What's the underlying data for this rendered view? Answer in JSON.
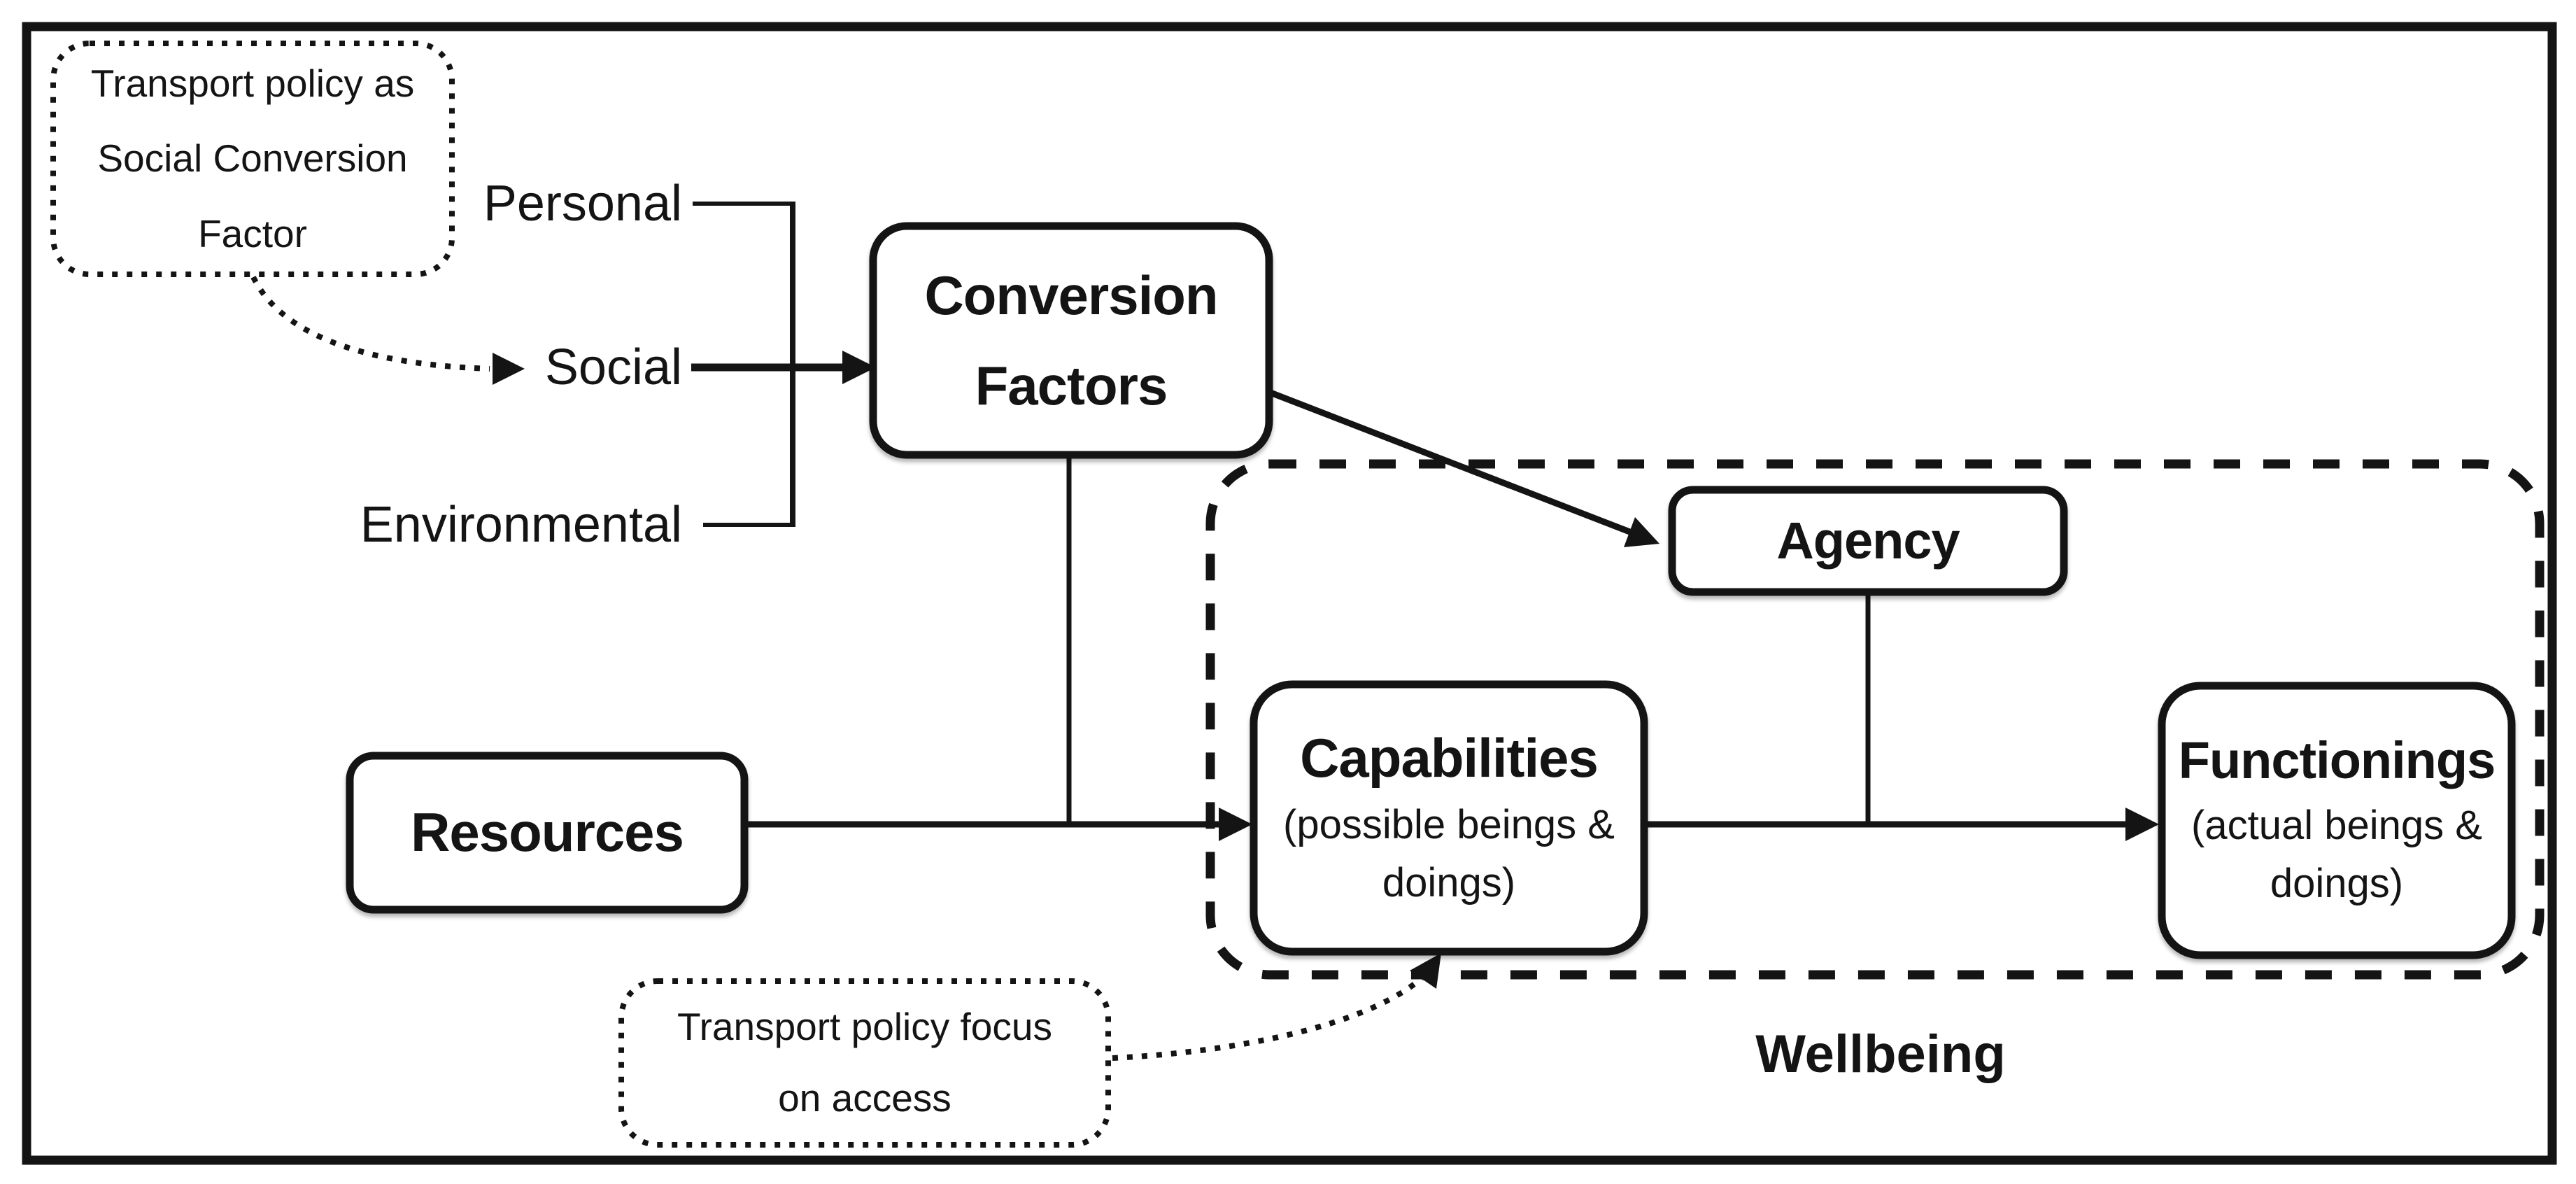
{
  "colors": {
    "ink": "#141414",
    "background": "#ffffff"
  },
  "annotation_top": {
    "lines": [
      "Transport policy as",
      "Social Conversion",
      "Factor"
    ]
  },
  "conversion_inputs": {
    "personal": "Personal",
    "social": "Social",
    "environmental": "Environmental"
  },
  "boxes": {
    "conversion_factors": {
      "line1": "Conversion",
      "line2": "Factors"
    },
    "resources": {
      "label": "Resources"
    },
    "capabilities": {
      "label": "Capabilities",
      "sub_line1": "(possible beings &",
      "sub_line2": "doings)"
    },
    "agency": {
      "label": "Agency"
    },
    "functionings": {
      "label": "Functionings",
      "sub_line1": "(actual beings &",
      "sub_line2": "doings)"
    }
  },
  "wellbeing": {
    "label": "Wellbeing"
  },
  "annotation_bottom": {
    "lines": [
      "Transport policy focus",
      "on access"
    ]
  }
}
